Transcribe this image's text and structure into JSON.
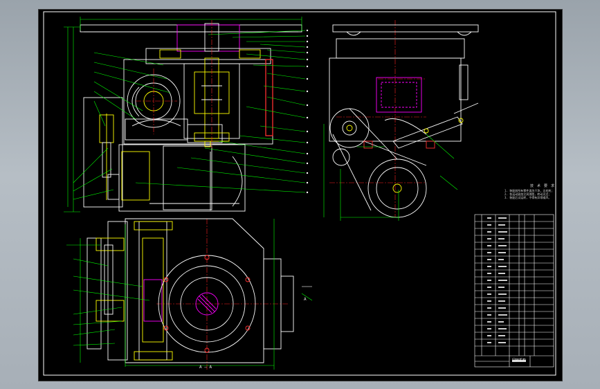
{
  "drawing": {
    "section_label": "A — A",
    "view_mark": "A",
    "tech_requirements": {
      "title": "技 术 要 求",
      "lines": [
        "1. 装配前所有零件清洗干净，无毛刺；",
        "2. 各运动副加注润滑脂，转动灵活；",
        "3. 装配后试运转，不得有异常噪声。"
      ]
    },
    "title_block": {
      "name": "回转机构"
    }
  },
  "colors": {
    "background": "#000000",
    "outline": "#ffffff",
    "leader": "#00ff00",
    "centerline": "#ff2020",
    "part": "#ffff00",
    "hatch": "#ff00ff"
  }
}
